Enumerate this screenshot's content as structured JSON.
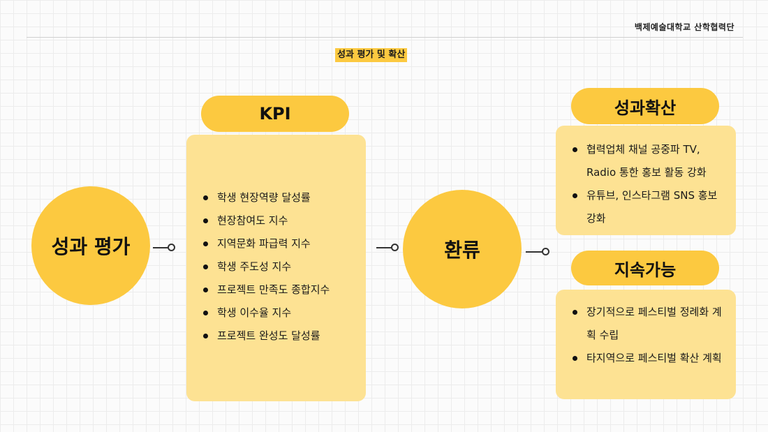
{
  "header": {
    "org": "백제예술대학교 산학협력단",
    "title": "성과 평가 및 확산"
  },
  "evaluation": {
    "label": "성과 평가"
  },
  "kpi": {
    "title": "KPI",
    "items": [
      "학생 현장역량 달성률",
      "현장참여도 지수",
      "지역문화 파급력 지수",
      "학생 주도성 지수",
      "프로젝트 만족도 종합지수",
      "학생 이수율 지수",
      "프로젝트 완성도 달성률"
    ]
  },
  "feedback": {
    "label": "환류"
  },
  "spread": {
    "title": "성과확산",
    "items": [
      "협력업체 채널 공중파 TV, Radio 통한 홍보 활동 강화",
      "유튜브, 인스타그램 SNS 홍보 강화"
    ]
  },
  "sustain": {
    "title": "지속가능",
    "items": [
      "장기적으로 페스티벌 정례화 계획 수립",
      "타지역으로 페스티벌 확산 계획"
    ]
  }
}
